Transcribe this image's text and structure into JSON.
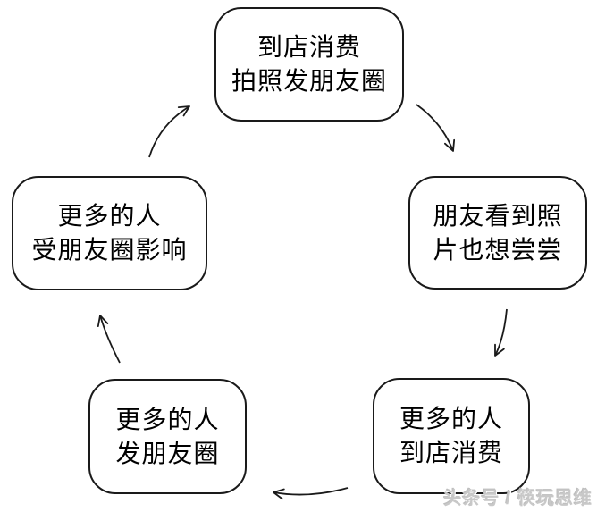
{
  "diagram": {
    "type": "cycle-flowchart",
    "nodes": [
      {
        "id": "visit-and-post",
        "lines": [
          "到店消费",
          "拍照发朋友圈"
        ]
      },
      {
        "id": "friends-see-photo",
        "lines": [
          "朋友看到照",
          "片也想尝尝"
        ]
      },
      {
        "id": "more-people-visit",
        "lines": [
          "更多的人",
          "到店消费"
        ]
      },
      {
        "id": "more-people-post",
        "lines": [
          "更多的人",
          "发朋友圈"
        ]
      },
      {
        "id": "more-people-influenced",
        "lines": [
          "更多的人",
          "受朋友圈影响"
        ]
      }
    ],
    "edges": [
      {
        "from": "visit-and-post",
        "to": "friends-see-photo"
      },
      {
        "from": "friends-see-photo",
        "to": "more-people-visit"
      },
      {
        "from": "more-people-visit",
        "to": "more-people-post"
      },
      {
        "from": "more-people-post",
        "to": "more-people-influenced"
      },
      {
        "from": "more-people-influenced",
        "to": "visit-and-post"
      }
    ],
    "watermark": "头条号 / 筷玩思维",
    "colors": {
      "node_border": "#1a1a1a",
      "node_fill": "#ffffff",
      "text": "#000000",
      "arrow": "#1a1a1a",
      "watermark": "#c8c8c8",
      "background": "#ffffff"
    }
  }
}
